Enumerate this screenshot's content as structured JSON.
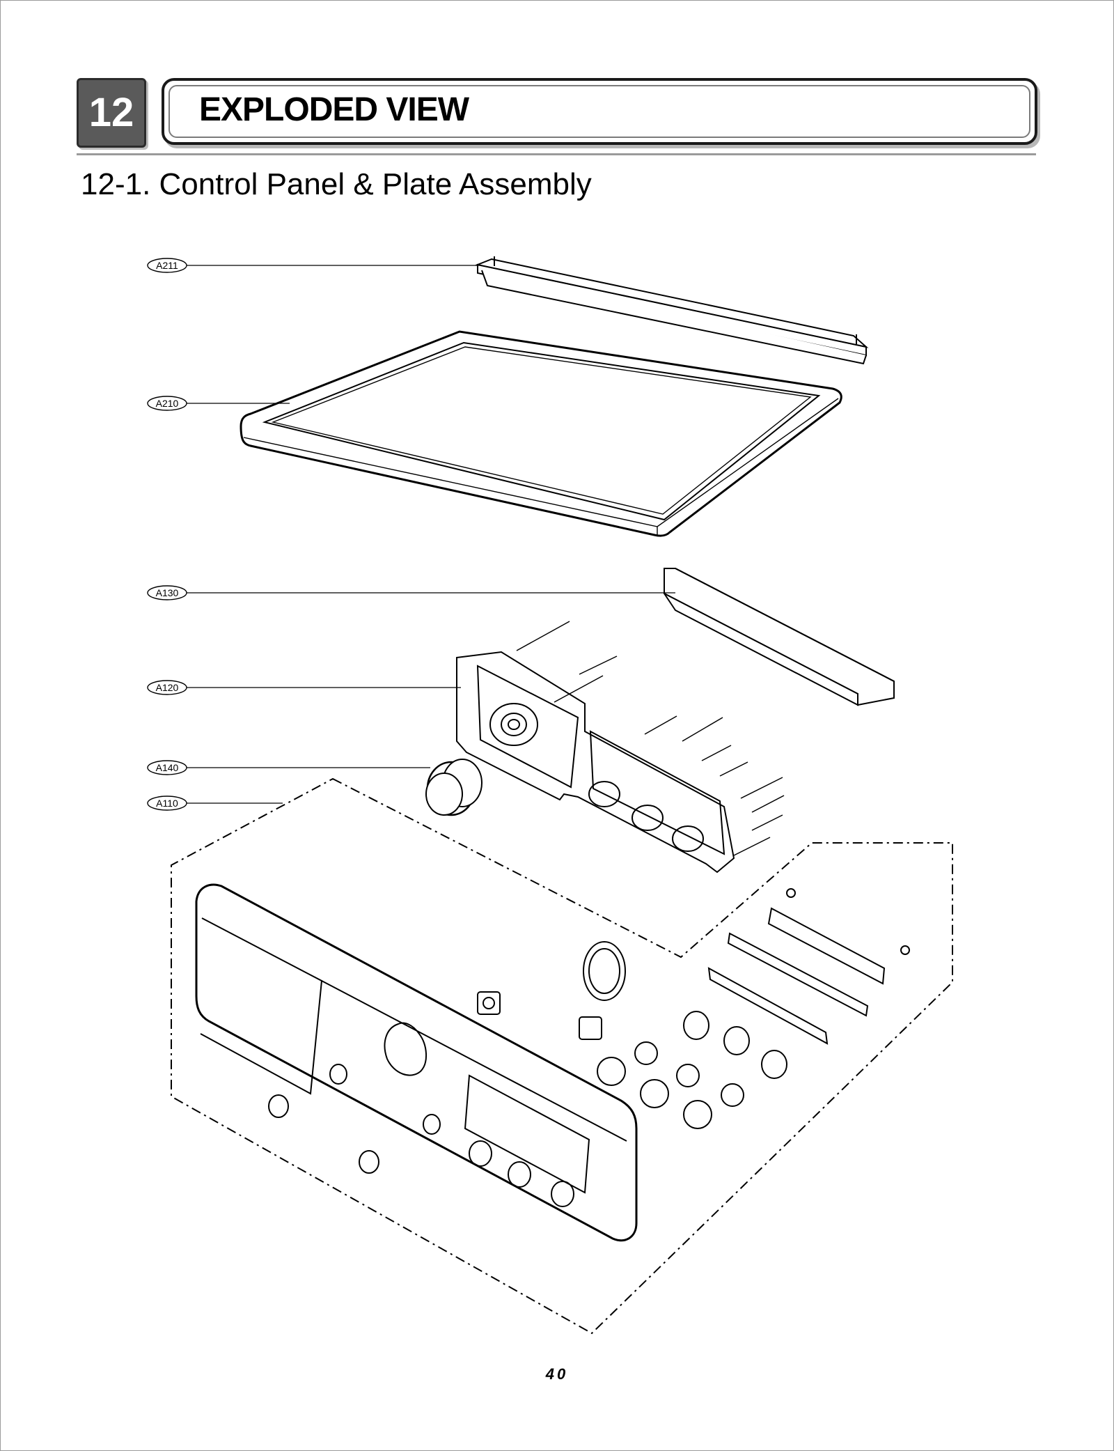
{
  "header": {
    "section_number": "12",
    "title": "EXPLODED VIEW"
  },
  "subtitle": "12-1. Control Panel & Plate Assembly",
  "callouts": [
    {
      "id": "a211",
      "label": "A211"
    },
    {
      "id": "a210",
      "label": "A210"
    },
    {
      "id": "a130",
      "label": "A130"
    },
    {
      "id": "a120",
      "label": "A120"
    },
    {
      "id": "a140",
      "label": "A140"
    },
    {
      "id": "a110",
      "label": "A110"
    }
  ],
  "footer": {
    "page_number": "40"
  }
}
